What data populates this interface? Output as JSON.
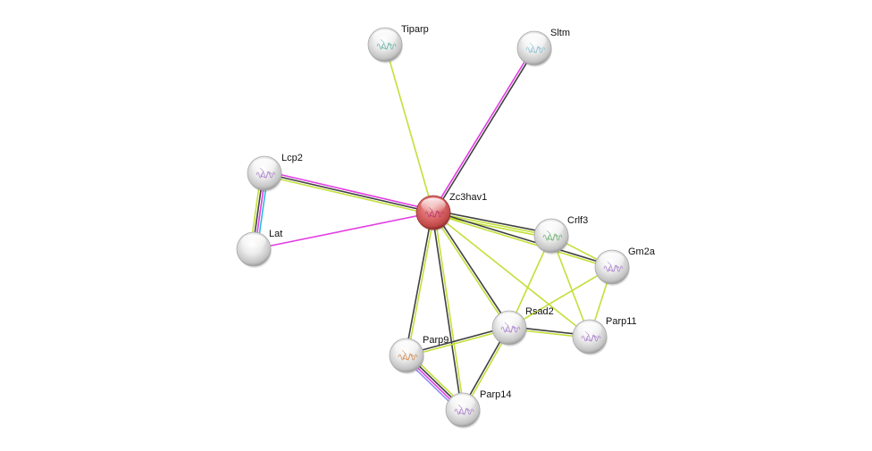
{
  "diagram": {
    "type": "protein-interaction-network",
    "edge_colors": {
      "textmining": "#c2e03a",
      "coexpression": "#404040",
      "experiments": "#e43de4",
      "databases": "#29bfd9",
      "homology": "#8f8ff5"
    },
    "nodes": [
      {
        "id": "Zc3hav1",
        "label": "Zc3hav1",
        "query": true,
        "color": "#d9555b",
        "glyph": "#b0306a"
      },
      {
        "id": "Tiparp",
        "label": "Tiparp",
        "query": false,
        "color": "#e8e8e8",
        "glyph": "#55b0a0"
      },
      {
        "id": "Sltm",
        "label": "Sltm",
        "query": false,
        "color": "#e8e8e8",
        "glyph": "#7fbcd0"
      },
      {
        "id": "Lcp2",
        "label": "Lcp2",
        "query": false,
        "color": "#e8e8e8",
        "glyph": "#a070c8"
      },
      {
        "id": "Lat",
        "label": "Lat",
        "query": false,
        "color": "#e8e8e8",
        "glyph": null
      },
      {
        "id": "Crlf3",
        "label": "Crlf3",
        "query": false,
        "color": "#e8e8e8",
        "glyph": "#5aa860"
      },
      {
        "id": "Gm2a",
        "label": "Gm2a",
        "query": false,
        "color": "#e8e8e8",
        "glyph": "#a070c8"
      },
      {
        "id": "Rsad2",
        "label": "Rsad2",
        "query": false,
        "color": "#e8e8e8",
        "glyph": "#a070c8"
      },
      {
        "id": "Parp11",
        "label": "Parp11",
        "query": false,
        "color": "#e8e8e8",
        "glyph": "#a070c8"
      },
      {
        "id": "Parp9",
        "label": "Parp9",
        "query": false,
        "color": "#e8e8e8",
        "glyph": "#d08040"
      },
      {
        "id": "Parp14",
        "label": "Parp14",
        "query": false,
        "color": "#e8e8e8",
        "glyph": "#a070c8"
      }
    ],
    "edges": [
      {
        "source": "Zc3hav1",
        "target": "Tiparp",
        "evidence": [
          "textmining"
        ]
      },
      {
        "source": "Zc3hav1",
        "target": "Sltm",
        "evidence": [
          "experiments",
          "coexpression"
        ]
      },
      {
        "source": "Zc3hav1",
        "target": "Lcp2",
        "evidence": [
          "textmining",
          "coexpression",
          "experiments"
        ]
      },
      {
        "source": "Zc3hav1",
        "target": "Lat",
        "evidence": [
          "experiments"
        ]
      },
      {
        "source": "Lcp2",
        "target": "Lat",
        "evidence": [
          "databases",
          "experiments",
          "coexpression",
          "textmining"
        ]
      },
      {
        "source": "Zc3hav1",
        "target": "Crlf3",
        "evidence": [
          "coexpression",
          "textmining",
          "textmining"
        ]
      },
      {
        "source": "Zc3hav1",
        "target": "Gm2a",
        "evidence": [
          "coexpression",
          "textmining"
        ]
      },
      {
        "source": "Zc3hav1",
        "target": "Rsad2",
        "evidence": [
          "coexpression",
          "textmining"
        ]
      },
      {
        "source": "Zc3hav1",
        "target": "Parp11",
        "evidence": [
          "textmining"
        ]
      },
      {
        "source": "Zc3hav1",
        "target": "Parp9",
        "evidence": [
          "textmining",
          "coexpression"
        ]
      },
      {
        "source": "Zc3hav1",
        "target": "Parp14",
        "evidence": [
          "textmining",
          "coexpression"
        ]
      },
      {
        "source": "Crlf3",
        "target": "Gm2a",
        "evidence": [
          "textmining"
        ]
      },
      {
        "source": "Crlf3",
        "target": "Rsad2",
        "evidence": [
          "textmining"
        ]
      },
      {
        "source": "Crlf3",
        "target": "Parp11",
        "evidence": [
          "textmining"
        ]
      },
      {
        "source": "Gm2a",
        "target": "Rsad2",
        "evidence": [
          "textmining"
        ]
      },
      {
        "source": "Gm2a",
        "target": "Parp11",
        "evidence": [
          "textmining"
        ]
      },
      {
        "source": "Rsad2",
        "target": "Parp11",
        "evidence": [
          "coexpression",
          "textmining"
        ]
      },
      {
        "source": "Rsad2",
        "target": "Parp9",
        "evidence": [
          "textmining",
          "coexpression"
        ]
      },
      {
        "source": "Rsad2",
        "target": "Parp14",
        "evidence": [
          "textmining",
          "coexpression"
        ]
      },
      {
        "source": "Parp9",
        "target": "Parp14",
        "evidence": [
          "textmining",
          "coexpression",
          "experiments",
          "homology"
        ]
      }
    ]
  }
}
